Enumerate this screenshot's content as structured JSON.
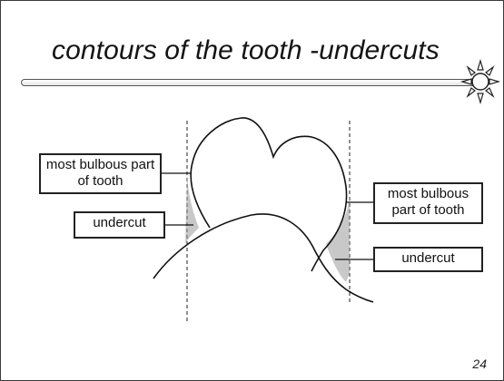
{
  "slide": {
    "title": "contours of the tooth -undercuts",
    "page_number": "24"
  },
  "labels": {
    "left_bulbous": "most bulbous part of tooth",
    "left_undercut": "undercut",
    "right_bulbous": "most bulbous part of tooth",
    "right_undercut": "undercut"
  },
  "colors": {
    "line": "#111111",
    "undercut_shading": "#8a8a8a",
    "background": "#ffffff"
  },
  "icons": [
    "sun-icon"
  ]
}
